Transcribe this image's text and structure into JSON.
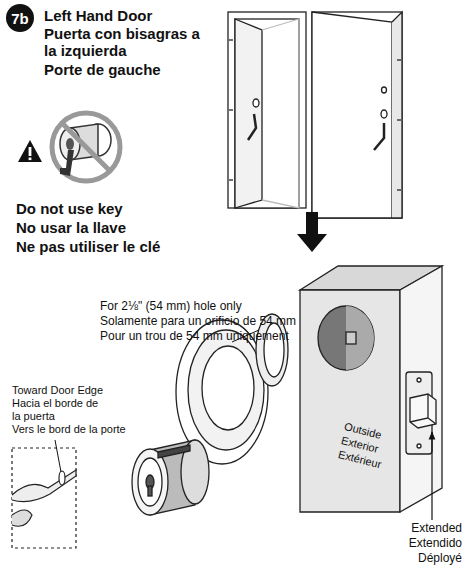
{
  "diagram": {
    "nodes": [
      {
        "text": [
          "7b"
        ]
      }
    ],
    "labels": [
      "Left Hand Door",
      "Puerta con bisagras a la izquierda",
      "Porte de gauche",
      "Do not use key",
      "No usar la llave",
      "Ne pas utiliser le clé",
      "For 2⅛\" (54 mm) hole only",
      "Solamente para un orificio de 54 mm",
      "Pour un trou de 54 mm uniquement",
      "Toward Door Edge",
      "Hacia el borde de la puerta",
      "Vers le bord de la porte",
      "Outside",
      "Exterior",
      "Extérieur",
      "Extended",
      "Extendido",
      "Déployé"
    ]
  }
}
